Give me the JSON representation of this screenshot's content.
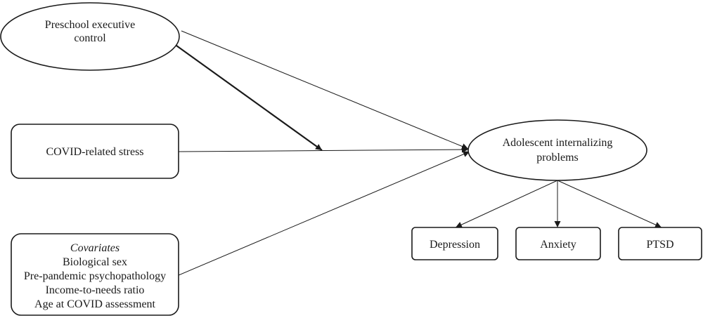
{
  "nodes": {
    "preschool_ec": {
      "lines": [
        "Preschool executive",
        "control"
      ]
    },
    "covid_stress": {
      "lines": [
        "COVID-related stress"
      ]
    },
    "covariates": {
      "heading": "Covariates",
      "lines": [
        "Biological sex",
        "Pre-pandemic psychopathology",
        "Income-to-needs ratio",
        "Age at COVID assessment"
      ]
    },
    "internalizing": {
      "lines": [
        "Adolescent internalizing",
        "problems"
      ]
    },
    "depression": {
      "lines": [
        "Depression"
      ]
    },
    "anxiety": {
      "lines": [
        "Anxiety"
      ]
    },
    "ptsd": {
      "lines": [
        "PTSD"
      ]
    }
  },
  "edges": [
    {
      "from": "preschool_ec",
      "to": "internalizing",
      "kind": "direct"
    },
    {
      "from": "preschool_ec",
      "to": "covid_stress->internalizing",
      "kind": "moderation"
    },
    {
      "from": "covid_stress",
      "to": "internalizing",
      "kind": "direct"
    },
    {
      "from": "covariates",
      "to": "internalizing",
      "kind": "direct"
    },
    {
      "from": "internalizing",
      "to": "depression",
      "kind": "indicator"
    },
    {
      "from": "internalizing",
      "to": "anxiety",
      "kind": "indicator"
    },
    {
      "from": "internalizing",
      "to": "ptsd",
      "kind": "indicator"
    }
  ]
}
